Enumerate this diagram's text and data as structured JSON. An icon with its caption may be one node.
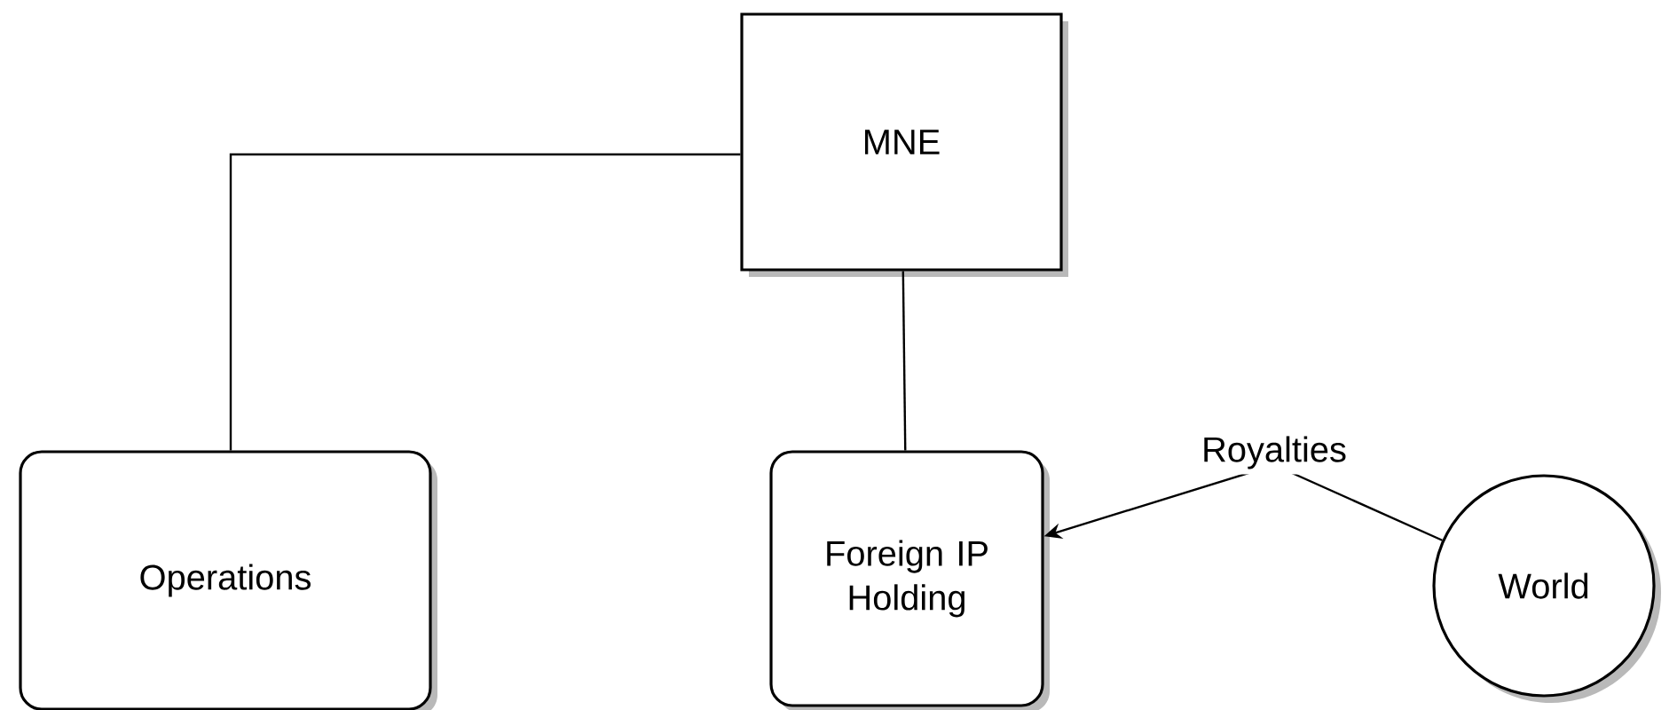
{
  "diagram": {
    "nodes": [
      {
        "text": [
          "MNE"
        ]
      },
      {
        "text": [
          "Operations"
        ]
      },
      {
        "text": [
          "Foreign IP Holding"
        ]
      },
      {
        "text": [
          "World"
        ]
      }
    ],
    "edges": [
      {
        "from": 0,
        "to": 1,
        "arrow": "none"
      },
      {
        "from": 0,
        "to": 2,
        "arrow": "none"
      },
      {
        "from": 3,
        "to": 2,
        "arrow": "to",
        "label": "Royalties"
      }
    ]
  }
}
